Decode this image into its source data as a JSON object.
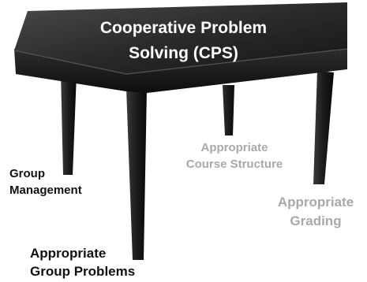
{
  "table": {
    "title_line1": "Cooperative Problem",
    "title_line2": "Solving (CPS)"
  },
  "legs": {
    "group_management_line1": "Group",
    "group_management_line2": "Management",
    "course_structure_line1": "Appropriate",
    "course_structure_line2": "Course Structure",
    "grading_line1": "Appropriate",
    "grading_line2": "Grading",
    "group_problems_line1": "Appropriate",
    "group_problems_line2": "Group Problems"
  },
  "colors": {
    "table": "#1c1c1c",
    "title_text": "#ffffff",
    "dark_label": "#111111",
    "light_label": "#a9a9a9"
  }
}
